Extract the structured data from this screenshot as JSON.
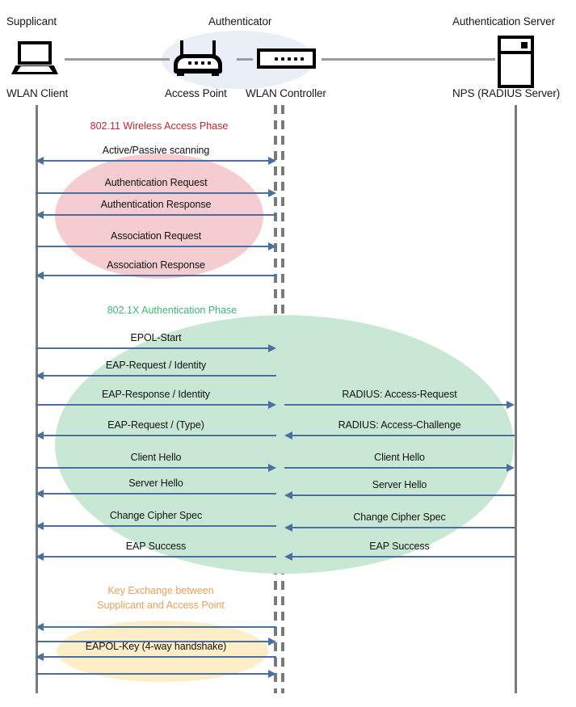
{
  "diagram": {
    "title": "802.1X / WPA2-Enterprise WLAN authentication sequence",
    "colors": {
      "arrow": "#4a6fa0",
      "lifeline": "#7a7a7a",
      "authenticator_blob": "#eaeef7",
      "phase1_fill": "#f5cdd0",
      "phase1_text": "#c0272d",
      "phase2_fill": "#c8e8d5",
      "phase2_text": "#3cb878",
      "phase3_fill": "#fdeec8",
      "phase3_text": "#e8a15a"
    }
  },
  "actors": [
    {
      "role": "Supplicant",
      "name": "WLAN Client",
      "icon": "laptop-icon"
    },
    {
      "role": "Authenticator",
      "name": "Access Point",
      "icon": "access-point-icon"
    },
    {
      "role": "",
      "name": "WLAN Controller",
      "icon": "wlan-controller-icon"
    },
    {
      "role": "Authentication Server",
      "name": "NPS (RADIUS Server)",
      "icon": "server-icon"
    }
  ],
  "phases": [
    {
      "id": "wireless-access",
      "title": "802.11 Wireless Access Phase",
      "messages": [
        {
          "label": "Active/Passive scanning",
          "direction": "both",
          "side": "left"
        },
        {
          "label": "Authentication Request",
          "direction": "right",
          "side": "left"
        },
        {
          "label": "Authentication Response",
          "direction": "left",
          "side": "left"
        },
        {
          "label": "Association Request",
          "direction": "right",
          "side": "left"
        },
        {
          "label": "Association Response",
          "direction": "left",
          "side": "left"
        }
      ]
    },
    {
      "id": "dot1x-authentication",
      "title": "802.1X Authentication Phase",
      "messages": [
        {
          "label": "EPOL-Start",
          "direction": "right",
          "side": "left"
        },
        {
          "label": "EAP-Request / Identity",
          "direction": "left",
          "side": "left"
        },
        {
          "label": "EAP-Response / Identity",
          "direction": "right",
          "side": "left"
        },
        {
          "label": "RADIUS: Access-Request",
          "direction": "right",
          "side": "right"
        },
        {
          "label": "EAP-Request / (Type)",
          "direction": "left",
          "side": "left"
        },
        {
          "label": "RADIUS: Access-Challenge",
          "direction": "left",
          "side": "right"
        },
        {
          "label": "Client Hello",
          "direction": "right",
          "side": "left"
        },
        {
          "label": "Client Hello",
          "direction": "right",
          "side": "right"
        },
        {
          "label": "Server Hello",
          "direction": "left",
          "side": "left"
        },
        {
          "label": "Server Hello",
          "direction": "left",
          "side": "right"
        },
        {
          "label": "Change Cipher Spec",
          "direction": "left",
          "side": "left"
        },
        {
          "label": "Change Cipher Spec",
          "direction": "left",
          "side": "right"
        },
        {
          "label": "EAP Success",
          "direction": "left",
          "side": "left"
        },
        {
          "label": "EAP Success",
          "direction": "left",
          "side": "right"
        }
      ]
    },
    {
      "id": "key-exchange",
      "title": "Key Exchange between\nSupplicant and Access Point",
      "title_line1": "Key Exchange between",
      "title_line2": "Supplicant and Access Point",
      "messages": [
        {
          "label": "",
          "direction": "left",
          "side": "left"
        },
        {
          "label": "",
          "direction": "right",
          "side": "left"
        },
        {
          "label": "EAPOL-Key (4-way handshake)",
          "direction": "left",
          "side": "left"
        },
        {
          "label": "",
          "direction": "right",
          "side": "left"
        }
      ]
    }
  ]
}
